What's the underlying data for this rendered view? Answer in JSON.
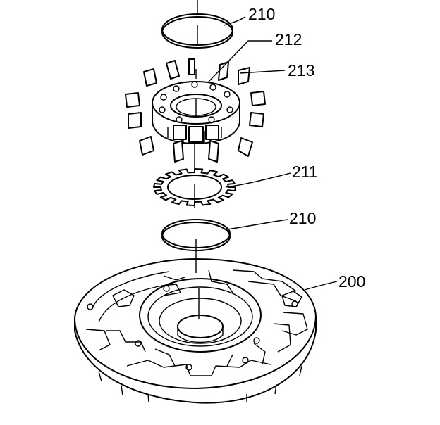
{
  "callouts": {
    "ring_top": "210",
    "rotor": "212",
    "vanes": "213",
    "vane_ring": "211",
    "ring_bottom": "210",
    "pump_body": "200"
  }
}
